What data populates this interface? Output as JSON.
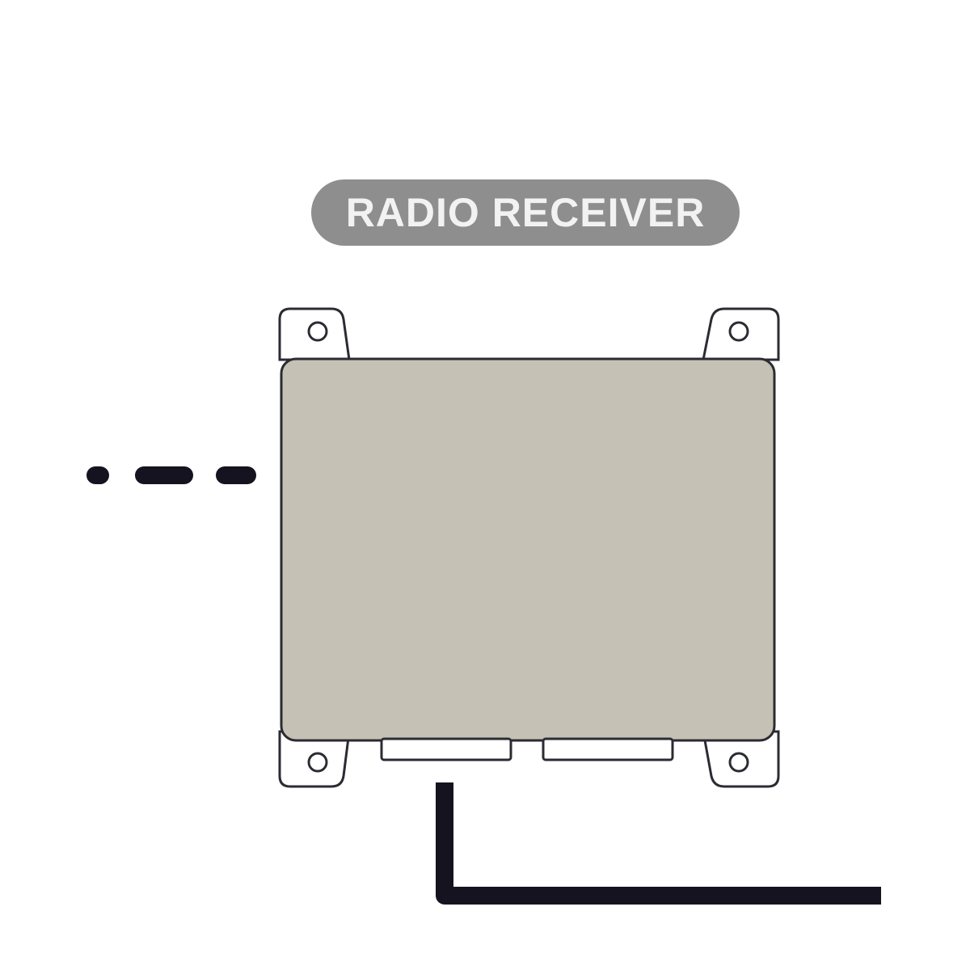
{
  "device": {
    "label": "RADIO RECEIVER"
  },
  "colors": {
    "label_background": "#8e8e8e",
    "label_text": "#f2f2f2",
    "body_fill": "#c5c1b5",
    "outline": "#2b2b33",
    "wire": "#14131f"
  },
  "connections": {
    "left": "dashed",
    "bottom": "solid"
  }
}
